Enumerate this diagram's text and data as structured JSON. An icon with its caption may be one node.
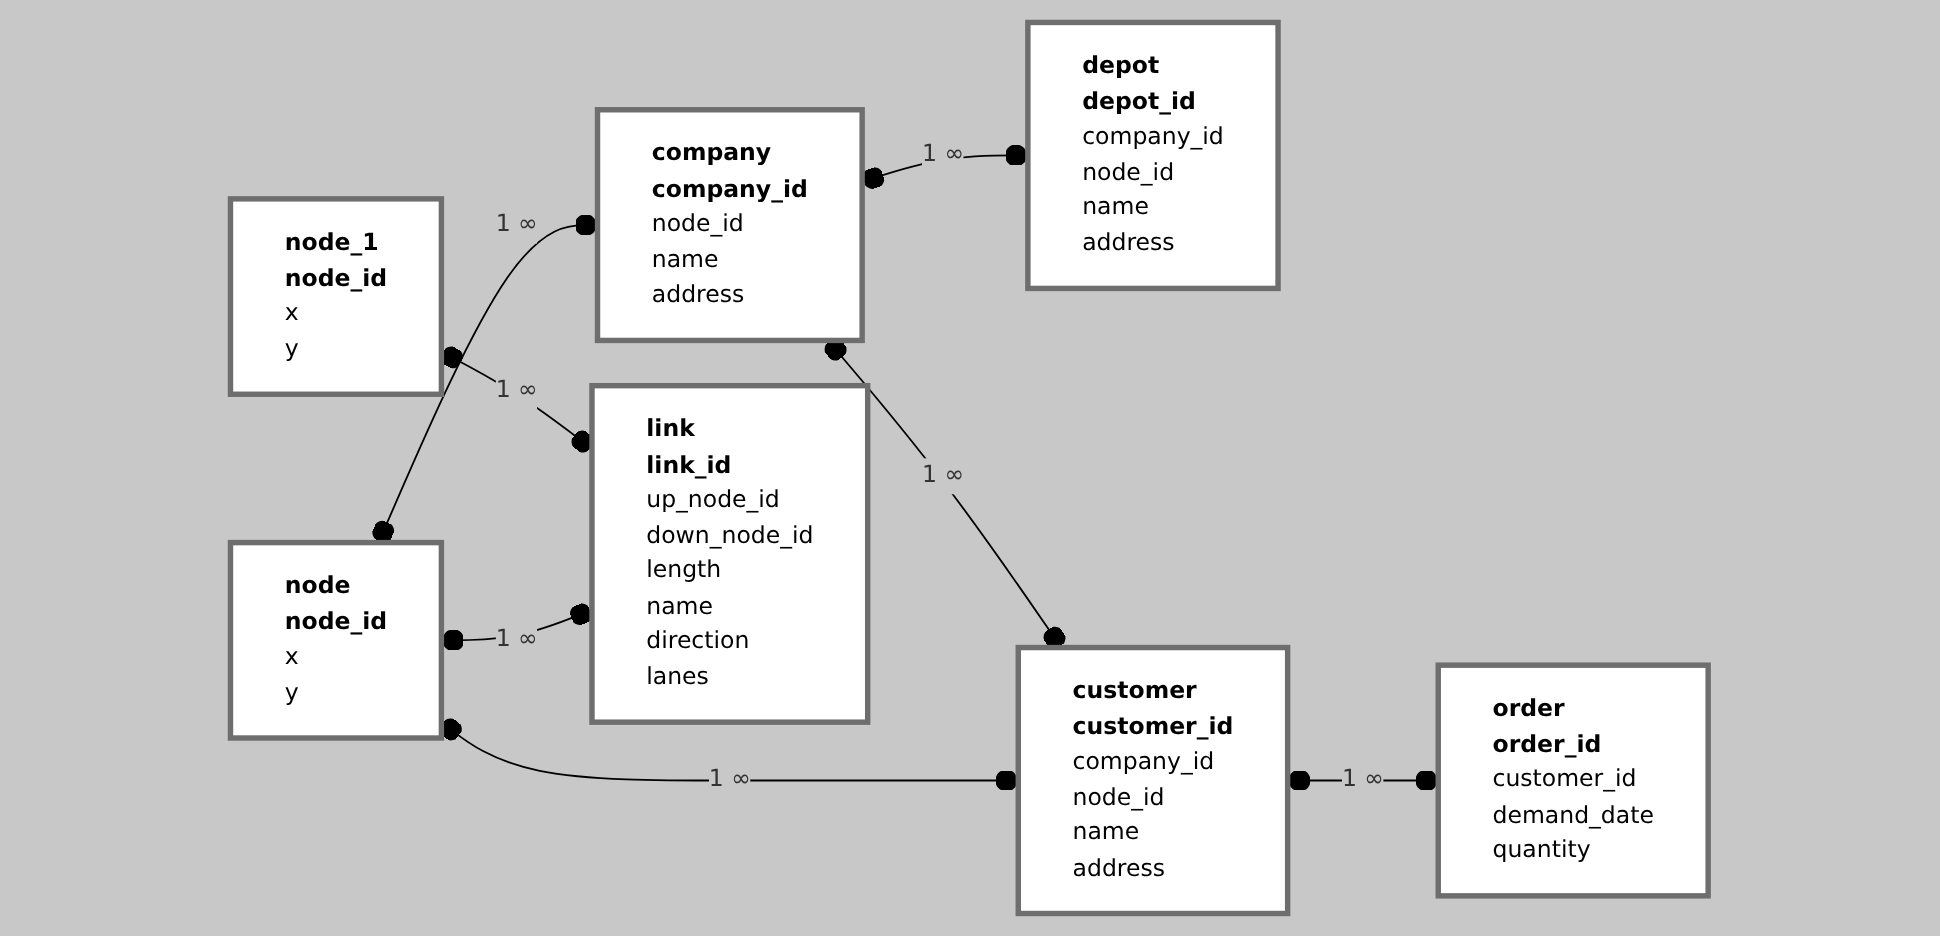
{
  "diagram": {
    "nodes": [
      {
        "text": [
          "company",
          "company_id",
          "node_id",
          "name",
          "address"
        ]
      },
      {
        "text": [
          "depot",
          "depot_id",
          "company_id",
          "node_id",
          "name",
          "address"
        ]
      },
      {
        "text": [
          "node",
          "node_id",
          "x",
          "y"
        ]
      },
      {
        "text": [
          "link",
          "link_id",
          "up_node_id",
          "down_node_id",
          "length",
          "name",
          "direction",
          "lanes"
        ]
      },
      {
        "text": [
          "order",
          "order_id",
          "customer_id",
          "demand_date",
          "quantity"
        ]
      },
      {
        "text": [
          "node_1",
          "node_id",
          "x",
          "y"
        ]
      },
      {
        "text": [
          "customer",
          "customer_id",
          "company_id",
          "node_id",
          "name",
          "address"
        ]
      }
    ],
    "edges": [
      {
        "from": 2,
        "to": 3,
        "arrow": "other",
        "label": "1 ∞"
      },
      {
        "from": 5,
        "to": 3,
        "arrow": "other",
        "label": "1 ∞"
      },
      {
        "from": 2,
        "to": 0,
        "arrow": "other",
        "label": "1 ∞"
      },
      {
        "from": 2,
        "to": 6,
        "arrow": "other",
        "label": "1 ∞"
      },
      {
        "from": 0,
        "to": 1,
        "arrow": "other",
        "label": "1 ∞"
      },
      {
        "from": 0,
        "to": 6,
        "arrow": "other",
        "label": "1 ∞"
      },
      {
        "from": 6,
        "to": 4,
        "arrow": "other",
        "label": "1 ∞"
      }
    ]
  }
}
